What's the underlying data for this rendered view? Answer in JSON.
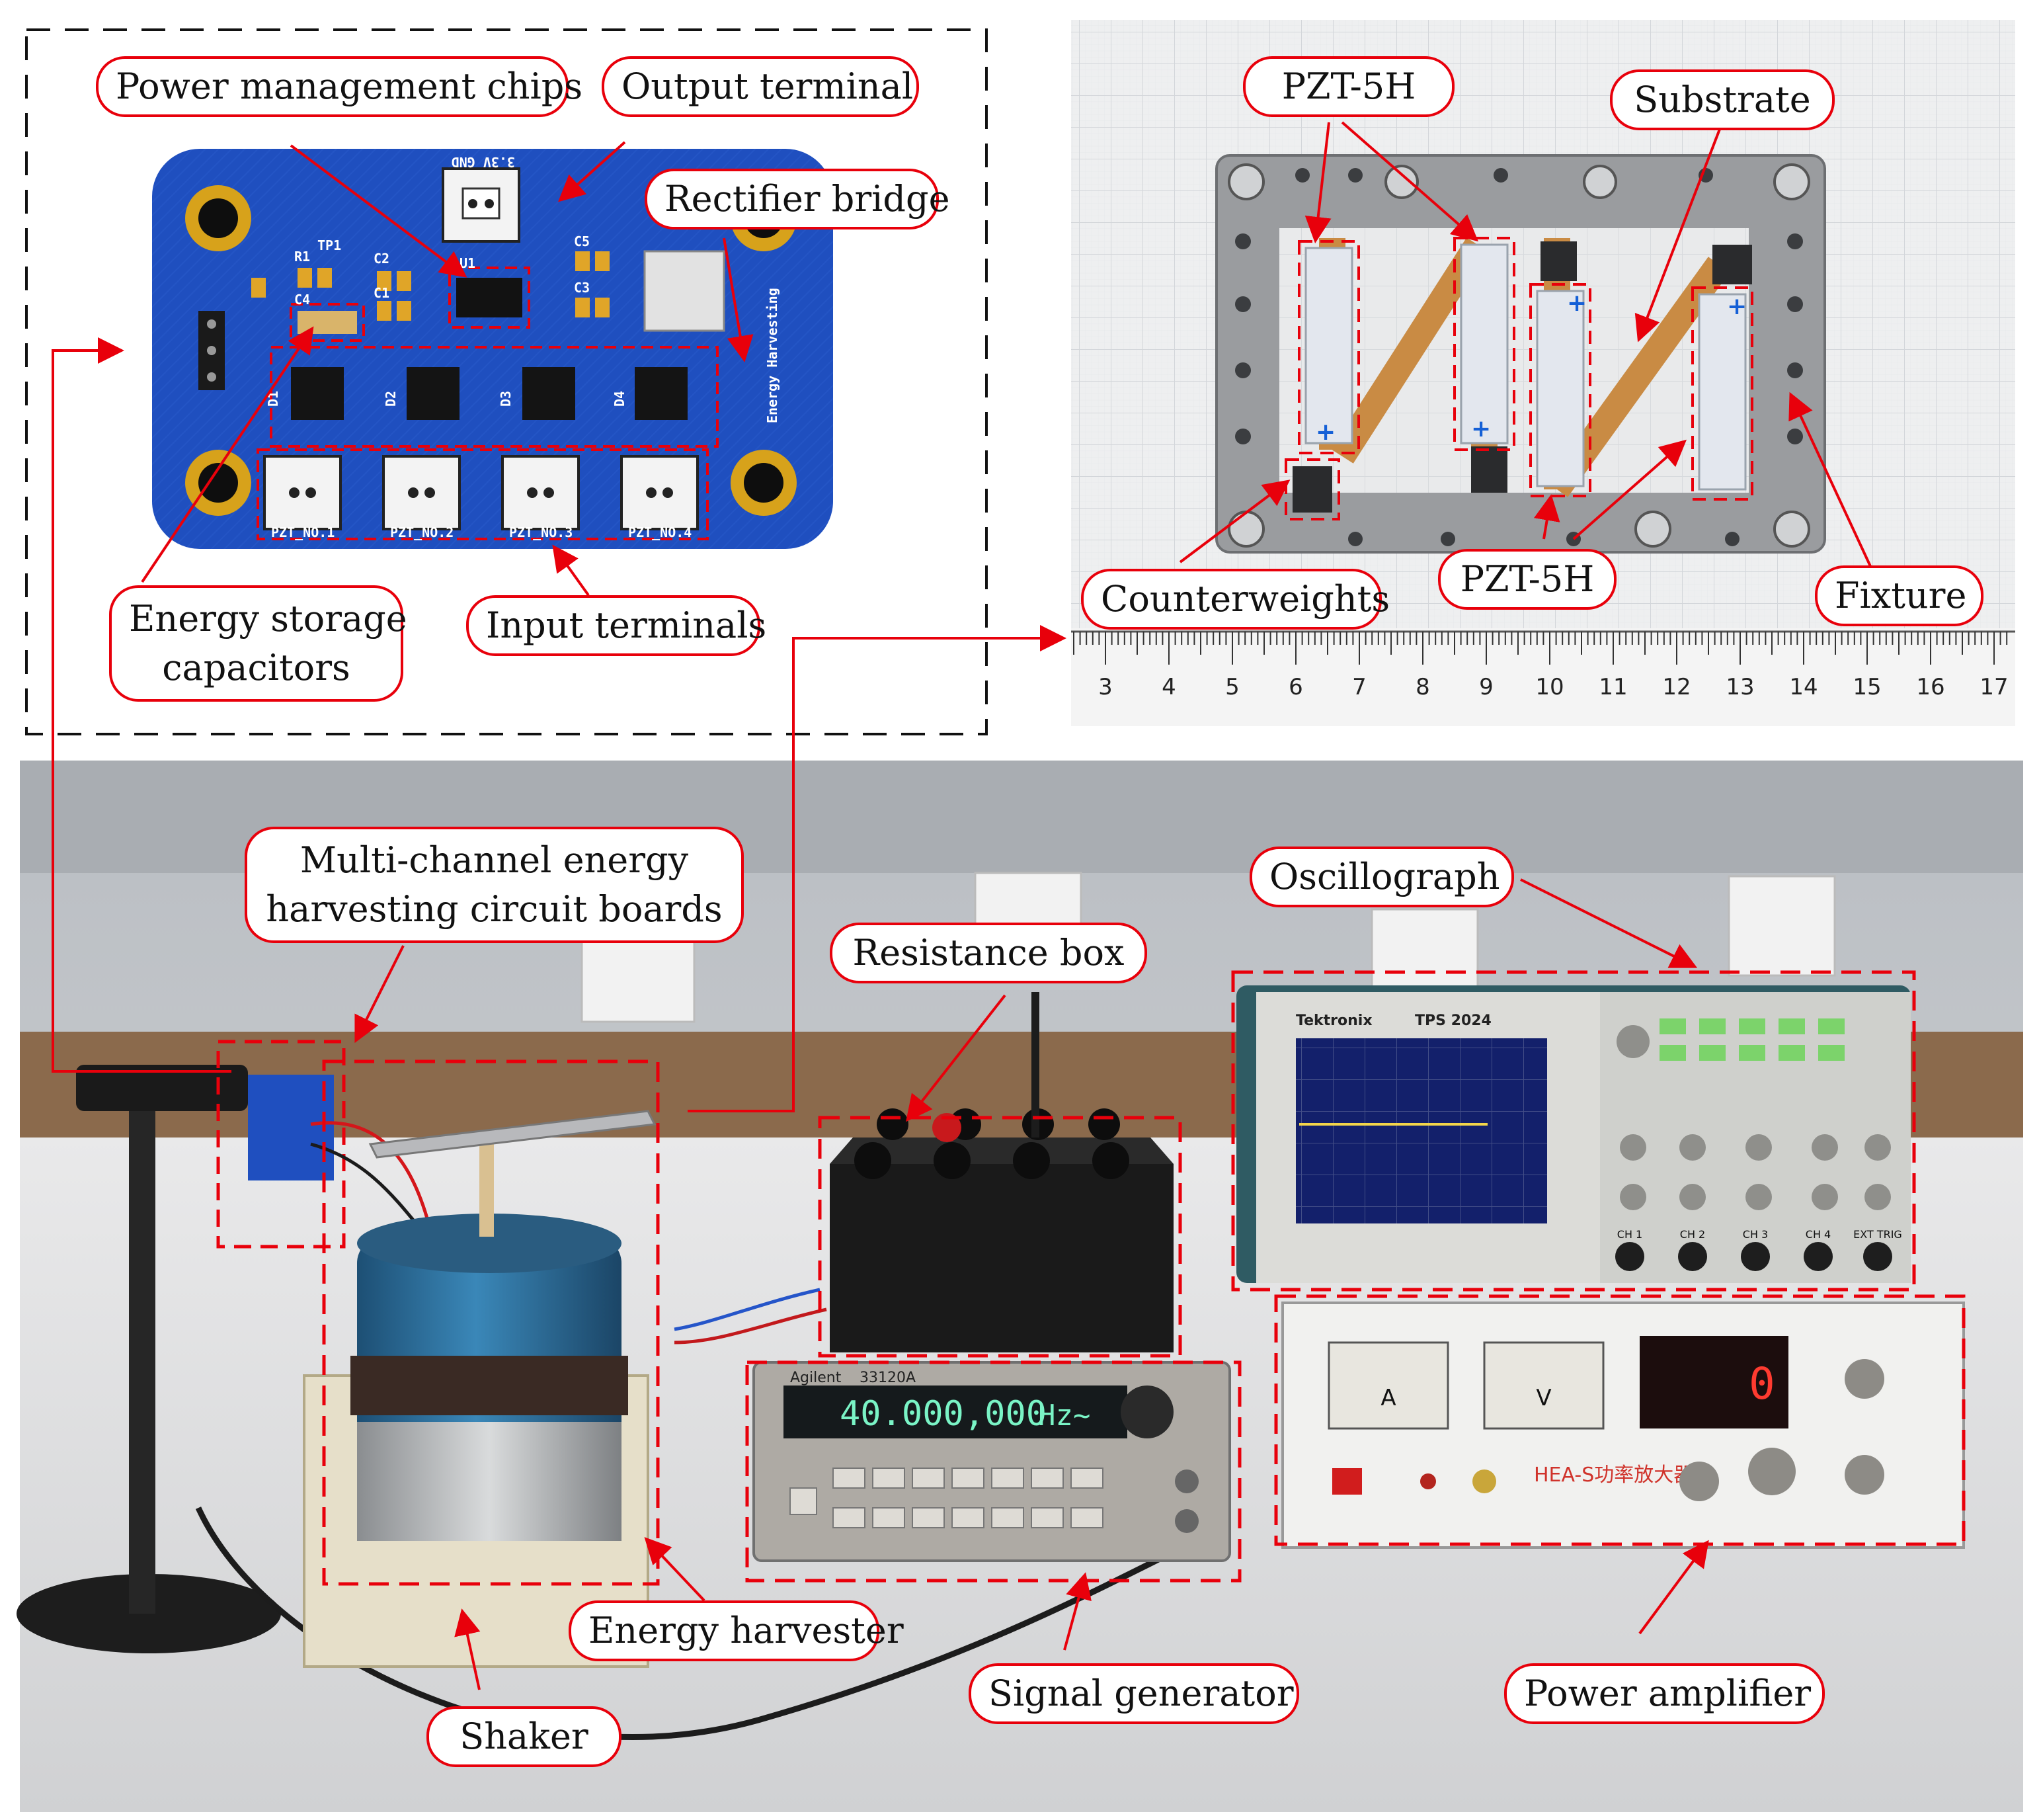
{
  "labels": {
    "power_management_chips": "Power management chips",
    "output_terminal": "Output terminal",
    "rectifier_bridge": "Rectifier bridge",
    "energy_storage_capacitors": [
      "Energy storage",
      "capacitors"
    ],
    "input_terminals": "Input terminals",
    "pzt_5h_top": "PZT-5H",
    "substrate": "Substrate",
    "counterweights": "Counterweights",
    "pzt_5h_bottom": "PZT-5H",
    "fixture": "Fixture",
    "circuit_boards": [
      "Multi-channel energy",
      "harvesting circuit boards"
    ],
    "resistance_box": "Resistance box",
    "oscillograph": "Oscillograph",
    "energy_harvester": "Energy harvester",
    "shaker": "Shaker",
    "signal_generator": "Signal generator",
    "power_amplifier": "Power amplifier"
  },
  "pcb": {
    "pin_labels": [
      "PZT_NO.1",
      "PZT_NO.2",
      "PZT_NO.3",
      "PZT_NO.4"
    ],
    "header_label": "3.3V GND",
    "side_text": "Energy Harvesting",
    "diode_labels": [
      "D1",
      "D2",
      "D3",
      "D4"
    ],
    "parts": [
      "R1",
      "TP1",
      "C2",
      "C1",
      "C4",
      "U1",
      "C5",
      "C3"
    ]
  },
  "ruler": {
    "ticks": [
      "3",
      "4",
      "5",
      "6",
      "7",
      "8",
      "9",
      "10",
      "11",
      "12",
      "13",
      "14",
      "15",
      "16",
      "17"
    ]
  },
  "equipment": {
    "oscilloscope_brand": "Tektronix",
    "oscilloscope_model": "TPS 2024",
    "oscilloscope_channels": [
      "CH 1",
      "CH 2",
      "CH 3",
      "CH 4",
      "EXT TRIG"
    ],
    "generator_brand": "Agilent",
    "generator_model": "33120A",
    "generator_readout": "40.000,000",
    "generator_unit": "Hz~",
    "amplifier_model": "HEA-S功率放大器",
    "amplifier_readout": "0",
    "ammeter": "A",
    "voltmeter": "V"
  },
  "colors": {
    "annotation_red": "#e8000b",
    "pcb_blue": "#1f4fbf",
    "shaker_blue": "#2a6f9c"
  }
}
